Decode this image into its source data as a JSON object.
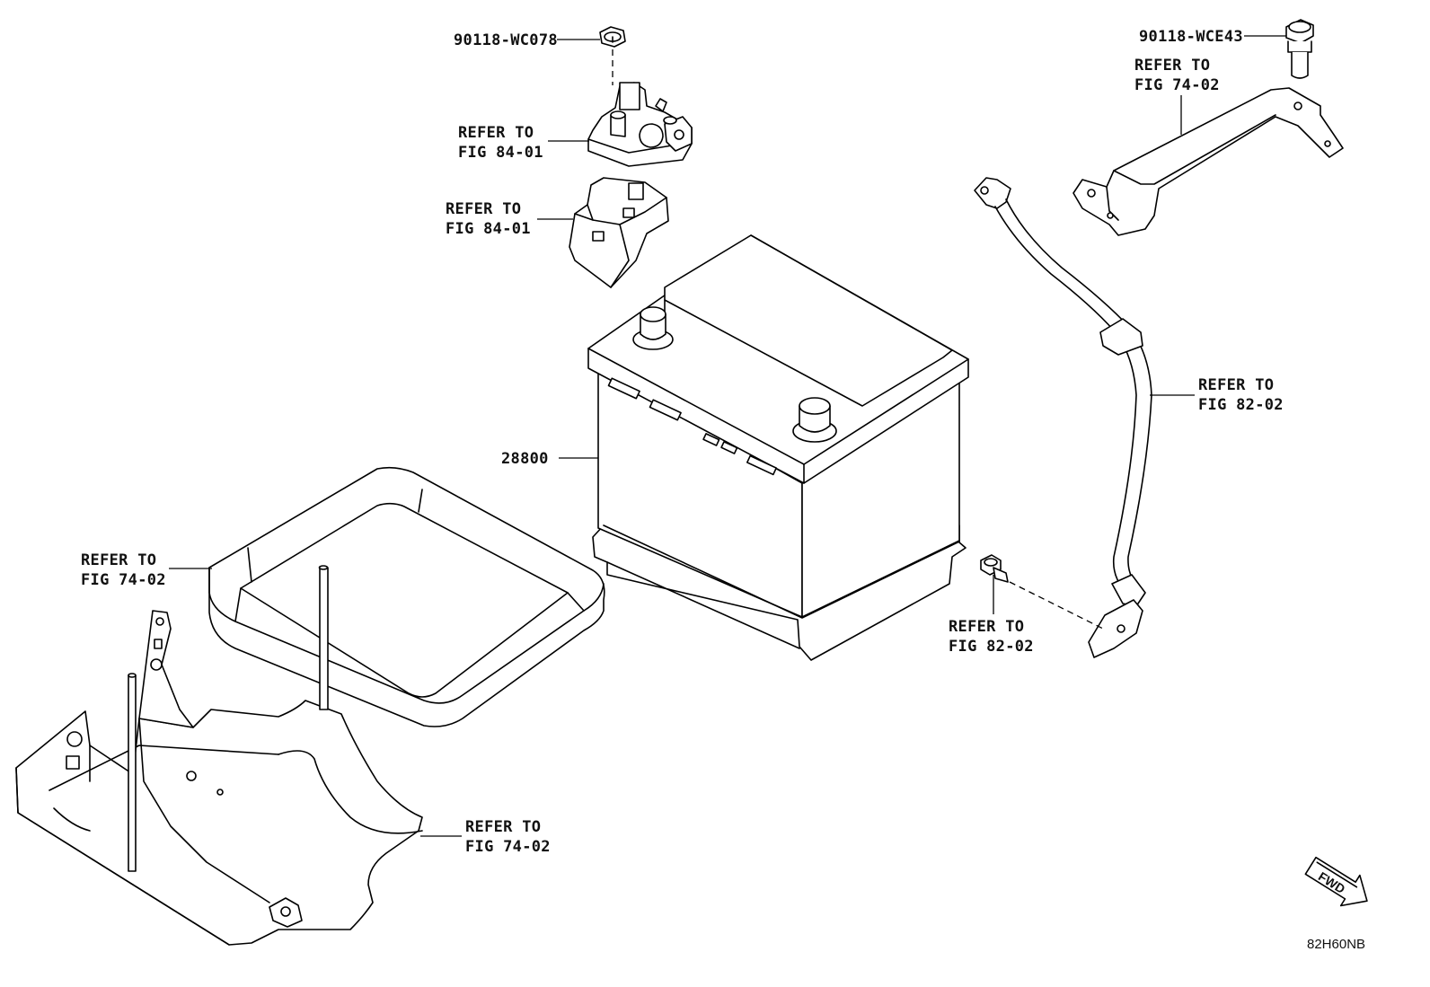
{
  "diagram": {
    "drawing_code": "82H60NB",
    "fwd_label": "FWD",
    "labels": {
      "bolt_top": "90118-WC078",
      "terminal": {
        "line1": "REFER TO",
        "line2": "FIG 84-01"
      },
      "terminal_cover": {
        "line1": "REFER TO",
        "line2": "FIG 84-01"
      },
      "battery": "28800",
      "bolt_right": "90118-WCE43",
      "clamp": {
        "line1": "REFER TO",
        "line2": "FIG 74-02"
      },
      "ground_cable": {
        "line1": "REFER TO",
        "line2": "FIG 82-02"
      },
      "ground_bolt": {
        "line1": "REFER TO",
        "line2": "FIG 82-02"
      },
      "tray": {
        "line1": "REFER TO",
        "line2": "FIG 74-02"
      },
      "carrier": {
        "line1": "REFER TO",
        "line2": "FIG 74-02"
      }
    }
  }
}
